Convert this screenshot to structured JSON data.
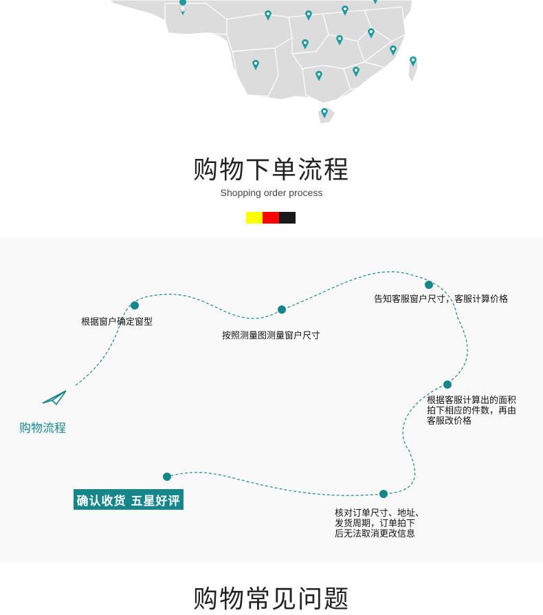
{
  "map": {
    "name": "china-map",
    "store_marker_count": 16
  },
  "process": {
    "title": "购物下单流程",
    "subtitle": "Shopping order process",
    "swatch_colors": [
      "#ffff00",
      "#ff0000",
      "#1a1a1a"
    ]
  },
  "flow": {
    "label": "购物流程",
    "accent_color": "#17868a",
    "steps": [
      "根据窗户确定窗型",
      "按照测量图测量窗户尺寸",
      "告知客服窗户尺寸，客服计算价格",
      "根据客服计算出的面积\n拍下相应的件数，再由\n客服改价格",
      "核对订单尺寸、地址、\n发货周期，订单拍下\n后无法取消更改信息"
    ],
    "final_step": "确认收货 五星好评"
  },
  "faq": {
    "title": "购物常见问题"
  }
}
